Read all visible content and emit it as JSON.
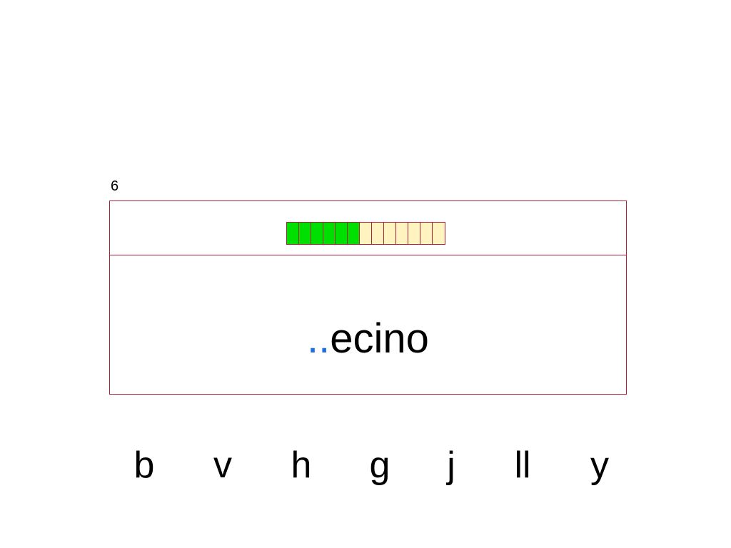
{
  "counter": "6",
  "progress": {
    "completed": 6,
    "total": 13,
    "color_done": "#00e000",
    "color_pending": "#fff4c0"
  },
  "word": {
    "blank": "..",
    "rest": "ecino",
    "blank_color": "#1f6fe0"
  },
  "options": [
    "b",
    "v",
    "h",
    "g",
    "j",
    "ll",
    "y"
  ],
  "colors": {
    "border": "#b0203a"
  }
}
